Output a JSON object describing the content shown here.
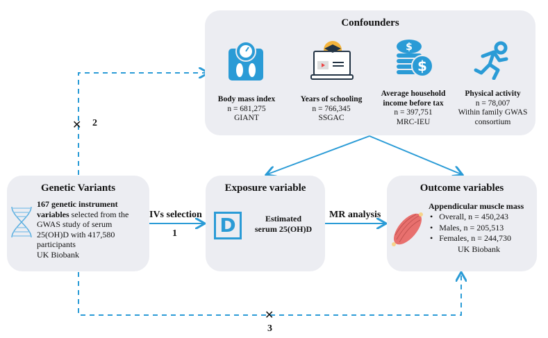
{
  "confounders": {
    "title": "Confounders",
    "items": [
      {
        "icon": "scale-icon",
        "name": "Body mass index",
        "n": "n = 681,275",
        "source": "GIANT",
        "source2": ""
      },
      {
        "icon": "laptop-graduation-icon",
        "name": "Years of schooling",
        "n": "n = 766,345",
        "source": "SSGAC",
        "source2": ""
      },
      {
        "icon": "coins-dollar-icon",
        "name": "Average household",
        "name2": "income before tax",
        "n": "n = 397,751",
        "source": "MRC-IEU",
        "source2": ""
      },
      {
        "icon": "running-person-icon",
        "name": "Physical activity",
        "n": "n = 78,007",
        "source": "Within family GWAS",
        "source2": "consortium"
      }
    ]
  },
  "genetic": {
    "title": "Genetic Variants",
    "bold_text": "167 genetic instrument variables",
    "lines": [
      "167 genetic instrument",
      "variables",
      " selected from the",
      "GWAS study of serum",
      "25(OH)D with 417,580",
      "participants",
      "UK Biobank"
    ]
  },
  "exposure": {
    "title": "Exposure variable",
    "icon_letter": "D",
    "line1": "Estimated",
    "line2": "serum 25(OH)D"
  },
  "outcome": {
    "title": "Outcome variables",
    "subtitle": "Appendicular muscle mass",
    "bullets": [
      "Overall, n = 450,243",
      "Males, n = 205,513",
      "Females, n = 244,730"
    ],
    "source": "UK Biobank"
  },
  "arrows": {
    "ivs_label": "IVs selection",
    "ivs_num": "1",
    "mr_label": "MR analysis",
    "path2_num": "2",
    "path3_num": "3",
    "cross": "✕"
  },
  "colors": {
    "accent": "#2a9bd6",
    "box": "#ecedf2",
    "muscle": "#e8706e"
  }
}
